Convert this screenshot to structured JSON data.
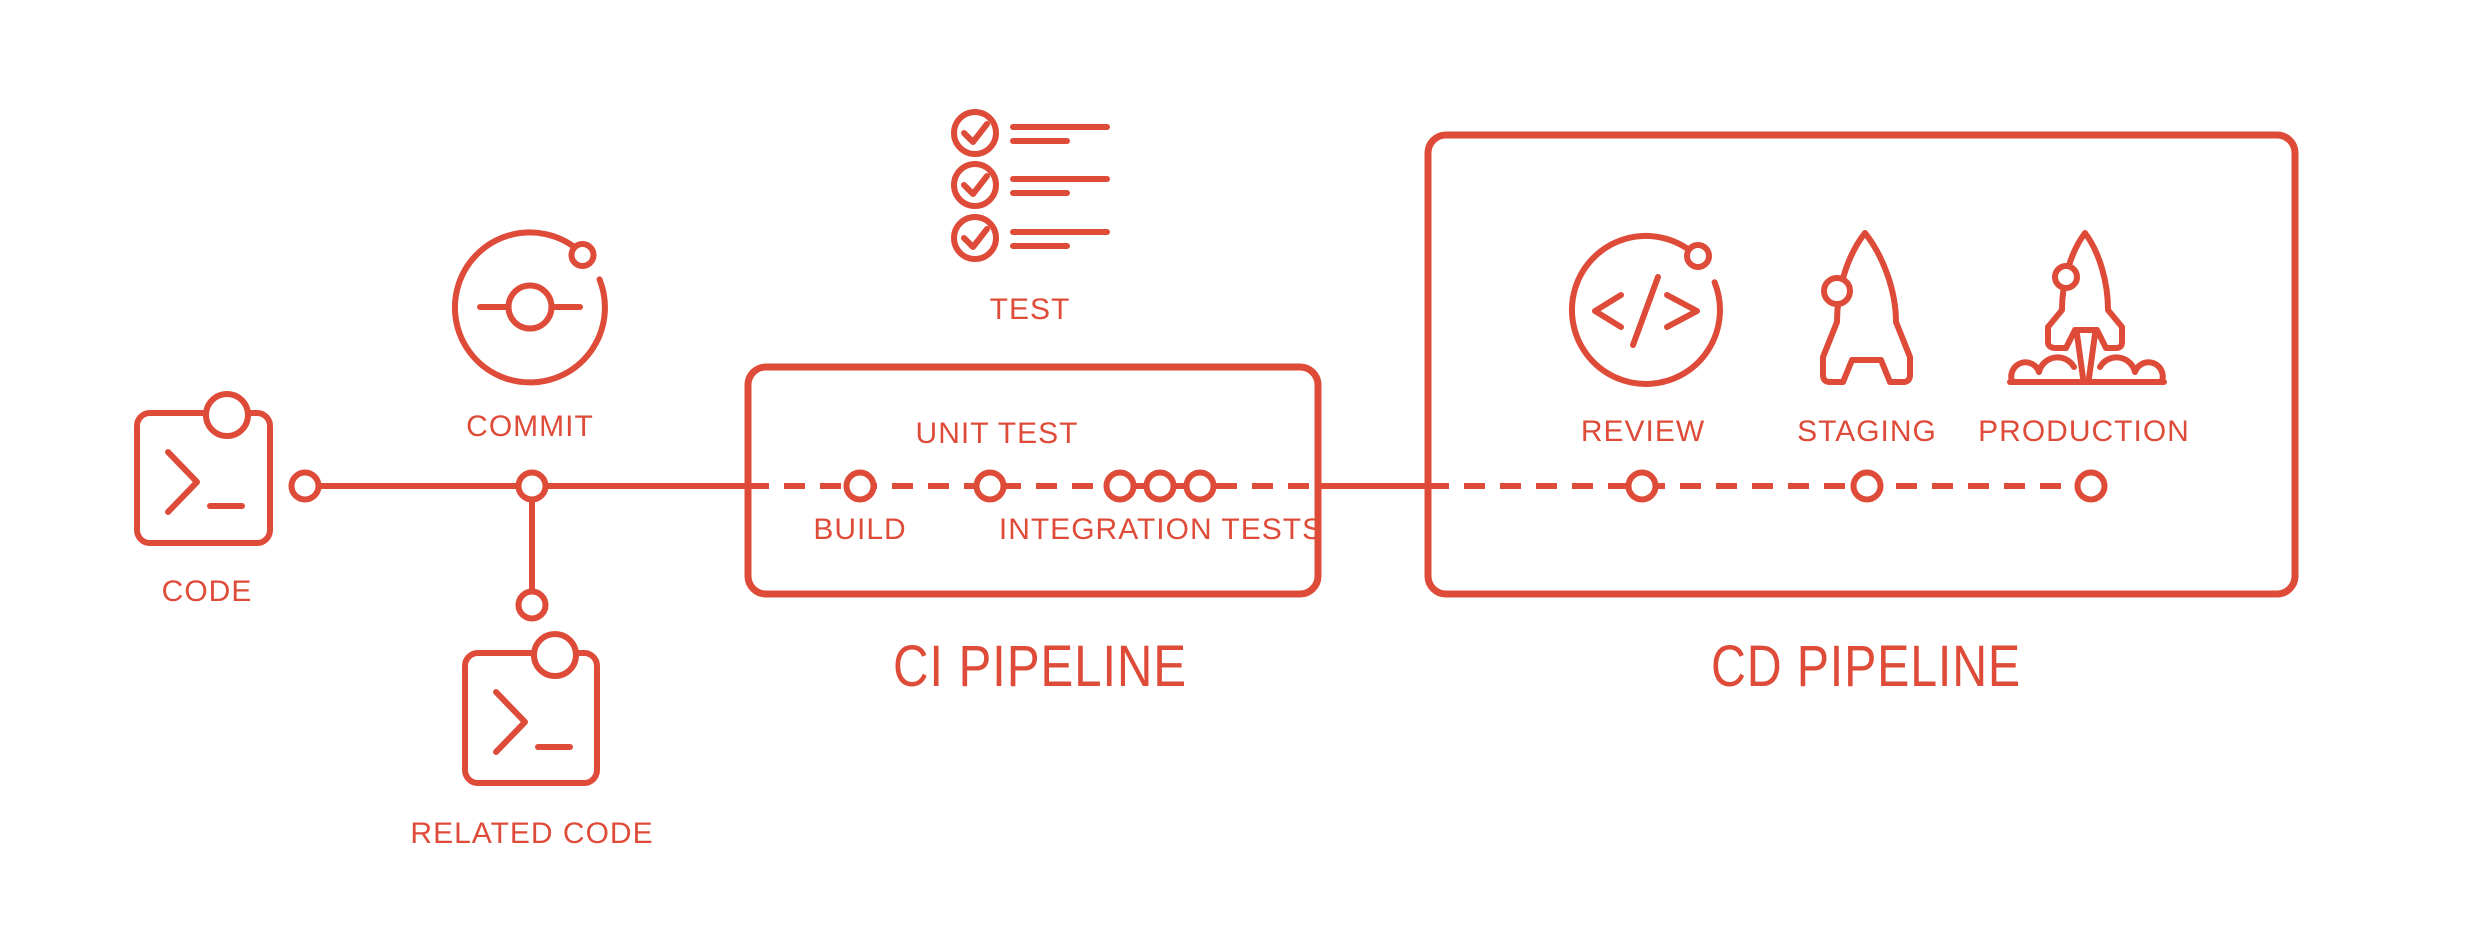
{
  "colors": {
    "accent": "#DE4B38",
    "background": "#FFFFFF"
  },
  "diagram": {
    "source": {
      "label": "CODE",
      "icon": "terminal-code-icon"
    },
    "commit": {
      "label": "COMMIT",
      "icon": "git-commit-icon"
    },
    "related_code": {
      "label": "RELATED CODE",
      "icon": "terminal-code-icon"
    },
    "test": {
      "label": "TEST",
      "icon": "checklist-icon"
    },
    "ci": {
      "title": "CI PIPELINE",
      "stages": [
        {
          "label": "BUILD"
        },
        {
          "label": "UNIT TEST"
        },
        {
          "label": "INTEGRATION TESTS"
        }
      ]
    },
    "cd": {
      "title": "CD PIPELINE",
      "stages": [
        {
          "label": "REVIEW",
          "icon": "code-review-icon"
        },
        {
          "label": "STAGING",
          "icon": "rocket-icon"
        },
        {
          "label": "PRODUCTION",
          "icon": "rocket-launch-icon"
        }
      ]
    }
  }
}
